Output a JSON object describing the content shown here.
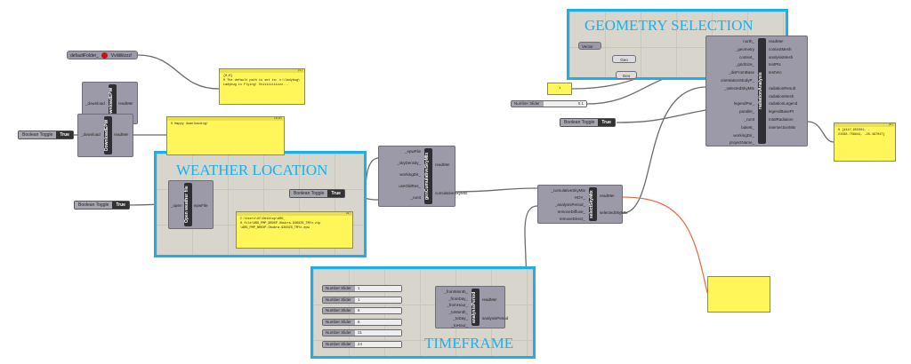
{
  "groups": {
    "weather": "WEATHER LOCATION",
    "geometry": "GEOMETRY SELECTION",
    "timeframe": "TIMEFRAME"
  },
  "default_folder": {
    "input": "defaultFolder_",
    "output": "Vviiiiiiiizzz!",
    "icon": "ladybug-icon"
  },
  "download_a": {
    "title": "DownloadEPW",
    "input": "_download",
    "output": "readMe!"
  },
  "download_b": {
    "title": "DownloadEPW",
    "input": "_download",
    "output": "readMe!"
  },
  "toggle1": {
    "label": "Boolean Toggle",
    "value": "True"
  },
  "toggle2": {
    "label": "Boolean Toggle",
    "value": "True"
  },
  "toggle3": {
    "label": "Boolean Toggle",
    "value": "True"
  },
  "toggle4": {
    "label": "Boolean Toggle",
    "value": "True"
  },
  "panel1": {
    "header": "(1)",
    "lines": [
      "{0;0}",
      "0 The default path is set to: c:\\ladybug\\",
      "Ladybug is Flying! Vviiiiiiiizzz..."
    ]
  },
  "panel2": {
    "header": "{0;0}",
    "lines": [
      "0 Happy downloading!"
    ]
  },
  "panel3": {
    "header": "(0)",
    "lines": [
      "C:\\Users\\UC\\Desktop\\ARG_",
      "0 file\\ARG_PMP_BROXP.Obubra.9360ZS_TMYx.zip",
      "\\ARG_PMP_BROXP.Obubra.9360ZS_TMYx.epw"
    ]
  },
  "panel4": {
    "header": "(0)",
    "lines": [
      "0 {4447.955001, -",
      "21598.758844, -28.497047}"
    ]
  },
  "panel_small": {
    "text": "1"
  },
  "open_weather": {
    "title": "Open weather file",
    "input": "_open",
    "output": "epwFile"
  },
  "gen_sky": {
    "title": "genCumulativeSkyMtx",
    "inputs": [
      "_epwFile",
      "_skyDensity_",
      "workingDir_",
      "useOldRes_",
      "_runIt"
    ],
    "outputs": [
      "readMe!",
      "cumulativeSkyMtx"
    ]
  },
  "select_sky": {
    "title": "selectSkyMtx",
    "inputs": [
      "_cumulativeSkyMtx",
      "HOY_",
      "_analysisPeriod_",
      "removeDiffuse_",
      "removeDirect_"
    ],
    "outputs": [
      "readMe!",
      "selectedSkyMtx"
    ]
  },
  "radiation": {
    "title": "radiationAnalysis",
    "inputs": [
      "north_",
      "_geometry",
      "context_",
      "_gridSize_",
      "_disFromBase",
      "orientationStudyP_",
      "_selectedSkyMtx",
      "",
      "legendPar_",
      "parallel_",
      "_runIt",
      "bakeIt_",
      "workingDir_",
      "projectName_"
    ],
    "outputs": [
      "readMe!",
      "contextMesh",
      "analysisMesh",
      "testPts",
      "testVec",
      "",
      "radiationResult",
      "radiationMesh",
      "radiationLegend",
      "legendBasePt",
      "totalRadiation",
      "intersectionMtx"
    ]
  },
  "params": {
    "vector": "Vector",
    "geo1": "Geo",
    "geo2": "Geo"
  },
  "slider_geo": {
    "label": "Number Slider",
    "value": "0.1"
  },
  "analysis_period": {
    "title": "analysisPeriod",
    "inputs": [
      "_fromMonth_",
      "_fromDay_",
      "_fromHour_",
      "_toMonth_",
      "_toDay_",
      "_toHour_"
    ],
    "outputs": [
      "readMe!",
      "analysisPeriod"
    ]
  },
  "sliders": [
    {
      "label": "Number Slider",
      "value": "1"
    },
    {
      "label": "Number Slider",
      "value": "1"
    },
    {
      "label": "Number Slider",
      "value": "6"
    },
    {
      "label": "Number Slider",
      "value": "6"
    },
    {
      "label": "Number Slider",
      "value": "31"
    },
    {
      "label": "Number Slider",
      "value": "24"
    }
  ],
  "colors": {
    "group_border": "#1cb0e8",
    "panel": "#fff65a",
    "node": "#9c9aa8",
    "wire": "#6b6b6b",
    "wire_selected": "#e8704a"
  }
}
